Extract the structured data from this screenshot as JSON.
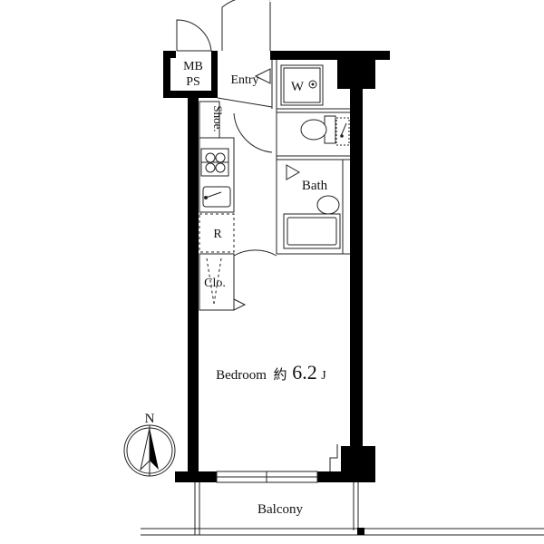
{
  "rooms": {
    "mb_ps": {
      "line1": "MB",
      "line2": "PS"
    },
    "entry": "Entry",
    "washer": "W",
    "shoe": "Shoe.",
    "bath": "Bath",
    "fridge": "R",
    "closet": "Clo.",
    "bedroom": {
      "name": "Bedroom",
      "approx": "約",
      "size": "6.2",
      "unit": "J"
    },
    "balcony": "Balcony"
  },
  "compass": {
    "north": "N"
  },
  "colors": {
    "wall": "#000000",
    "line": "#222222",
    "background": "#ffffff"
  }
}
